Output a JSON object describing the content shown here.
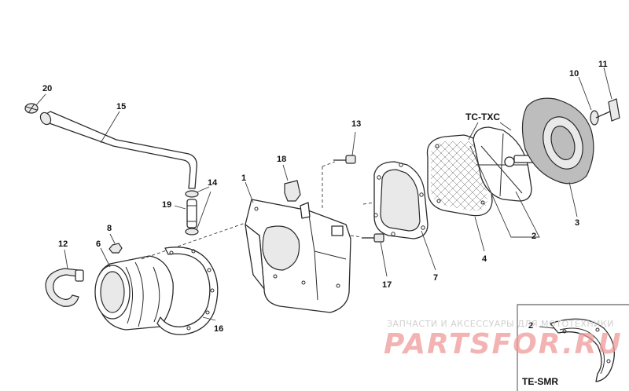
{
  "labels": {
    "p1": "1",
    "p2": "2",
    "p3": "3",
    "p4": "4",
    "p6": "6",
    "p7": "7",
    "p8": "8",
    "p10": "10",
    "p11": "11",
    "p12": "12",
    "p13": "13",
    "p14": "14",
    "p15": "15",
    "p16": "16",
    "p17": "17",
    "p18": "18",
    "p19": "19",
    "p20": "20",
    "inset_p2": "2"
  },
  "variants": {
    "tc_txc": "TC-TXC",
    "te_smr": "TE-SMR"
  },
  "watermark": {
    "caption": "ЗАПЧАСТИ И АКСЕССУАРЫ ДЛЯ МОТОТЕХНИКИ",
    "brand": "PARTSFOR.RU"
  },
  "colors": {
    "line": "#2a2a2a",
    "watermark_red": "#ef9a9a",
    "watermark_gray": "#d0d0d0"
  }
}
